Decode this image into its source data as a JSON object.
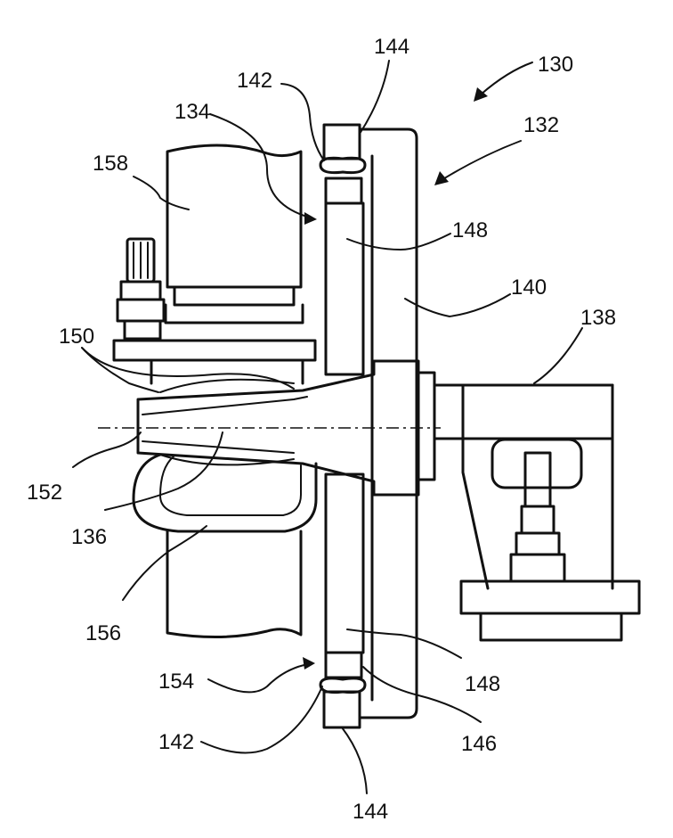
{
  "figure": {
    "labels": {
      "n130": "130",
      "n132": "132",
      "n134": "134",
      "n136": "136",
      "n138": "138",
      "n140": "140",
      "n142_top": "142",
      "n142_bottom": "142",
      "n144_top": "144",
      "n144_bottom": "144",
      "n146": "146",
      "n148_top": "148",
      "n148_bottom": "148",
      "n150": "150",
      "n152": "152",
      "n154": "154",
      "n156": "156",
      "n158": "158"
    },
    "ink_color": "#111111",
    "background": "#ffffff"
  }
}
